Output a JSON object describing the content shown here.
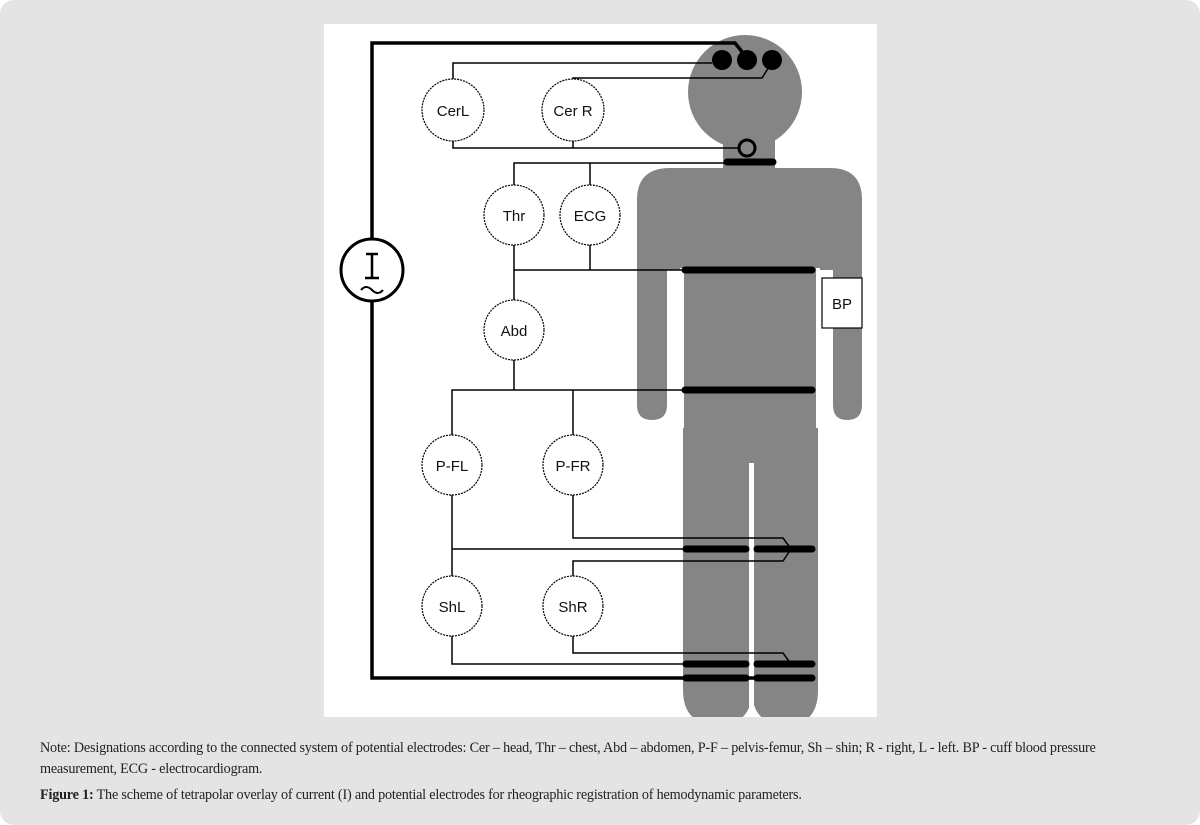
{
  "diagram": {
    "source_label": "I",
    "electrodes": {
      "cer_l": "CerL",
      "cer_r": "Cer R",
      "thr": "Thr",
      "ecg": "ECG",
      "abd": "Abd",
      "pf_l": "P-FL",
      "pf_r": "P-FR",
      "sh_l": "ShL",
      "sh_r": "ShR"
    },
    "bp_label": "BP",
    "colors": {
      "body": "#858585",
      "wire": "#000000",
      "background": "#e4e4e4"
    }
  },
  "caption": {
    "note": "Note: Designations according to the connected system of potential electrodes: Cer – head, Thr – chest, Abd – abdomen, P-F – pelvis-femur, Sh – shin; R - right, L - left. BP - cuff blood pressure measurement, ECG - electrocardiogram.",
    "figure_label": "Figure 1:",
    "figure_text": " The scheme of tetrapolar overlay of current (I) and potential electrodes for rheographic registration of hemodynamic parameters."
  }
}
